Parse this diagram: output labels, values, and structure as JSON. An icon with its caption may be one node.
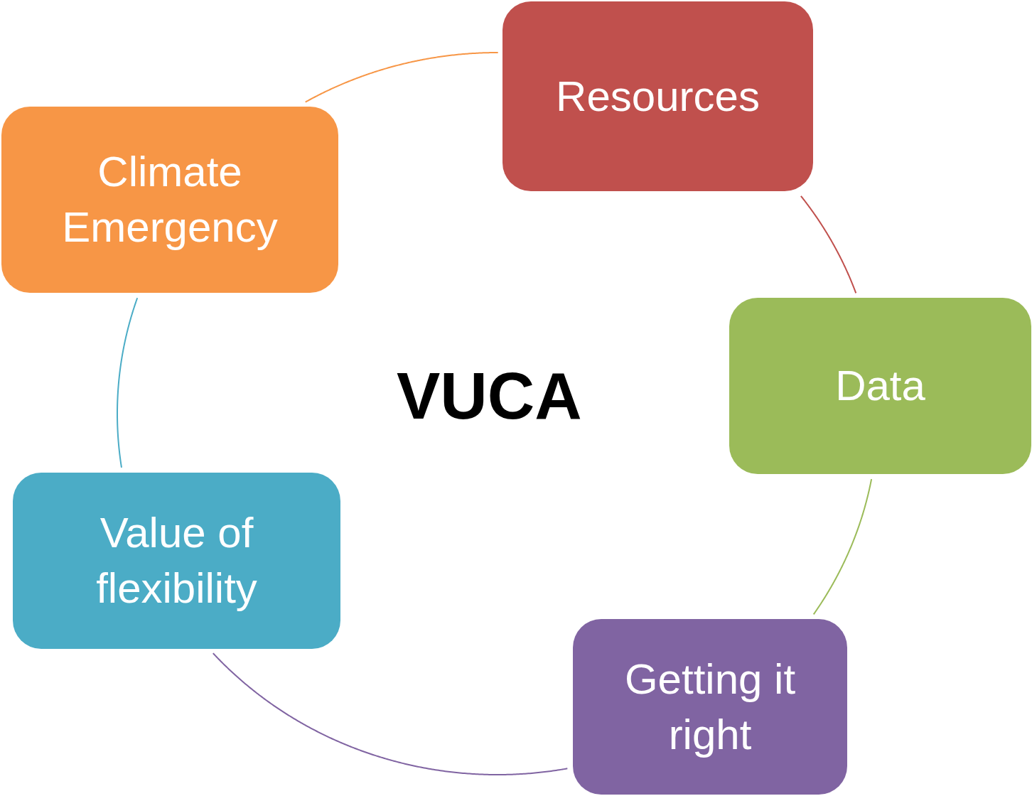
{
  "diagram": {
    "nodes": [
      {
        "text": [
          "Resources"
        ]
      },
      {
        "text": [
          "Data"
        ]
      },
      {
        "text": [
          "Getting it right"
        ]
      },
      {
        "text": [
          "Value of flexibility"
        ]
      },
      {
        "text": [
          "Climate Emergency"
        ]
      }
    ],
    "edges": [
      {
        "from": 0,
        "to": 1,
        "arrow": "none",
        "color": "#c0504d"
      },
      {
        "from": 1,
        "to": 2,
        "arrow": "none",
        "color": "#9bbb59"
      },
      {
        "from": 2,
        "to": 3,
        "arrow": "none",
        "color": "#8064a2"
      },
      {
        "from": 3,
        "to": 4,
        "arrow": "none",
        "color": "#4bacc6"
      },
      {
        "from": 4,
        "to": 0,
        "arrow": "none",
        "color": "#f79646"
      }
    ],
    "labels": [
      "VUCA"
    ]
  }
}
